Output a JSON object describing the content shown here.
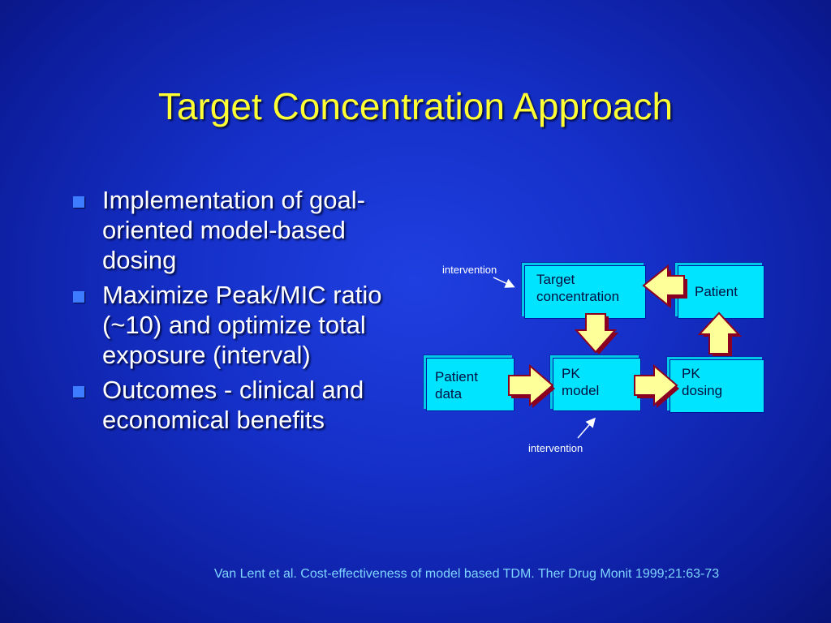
{
  "slide": {
    "title": "Target Concentration Approach",
    "bullets": [
      "Implementation of goal-oriented model-based dosing",
      "Maximize Peak/MIC ratio (~10) and optimize total exposure (interval)",
      "Outcomes -  clinical and economical benefits"
    ],
    "citation": "Van Lent et al. Cost-effectiveness of model based TDM. Ther Drug Monit 1999;21:63-73"
  },
  "diagram": {
    "target_line1": "Target",
    "target_line2": "concentration",
    "patient": "Patient",
    "patient_data_line1": "Patient",
    "patient_data_line2": "data",
    "pk_model_line1": "PK",
    "pk_model_line2": "model",
    "pk_dosing_line1": "PK",
    "pk_dosing_line2": "dosing",
    "intervention_top": "intervention",
    "intervention_bottom": "intervention"
  },
  "colors": {
    "title": "#ffff33",
    "box_fill": "#00e4ff",
    "arrow_fill": "#ffff99",
    "arrow_edge": "#8b0020",
    "citation": "#7fd4ff"
  }
}
